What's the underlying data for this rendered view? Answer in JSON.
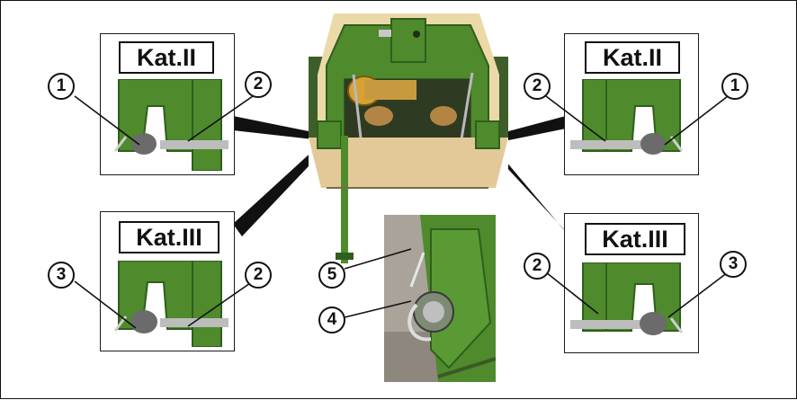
{
  "labels": {
    "top_left_category": "Kat.II",
    "top_right_category": "Kat.II",
    "bottom_left_category": "Kat.III",
    "bottom_right_category": "Kat.III"
  },
  "callouts": {
    "tl_1": "1",
    "tl_2": "2",
    "tr_2": "2",
    "tr_1": "1",
    "bl_3": "3",
    "bl_2": "2",
    "br_2": "2",
    "br_3": "3",
    "c_5": "5",
    "c_4": "4"
  },
  "colors": {
    "machine_green": "#4f8a2c",
    "dark_green": "#2f5f1c",
    "cover_beige": "#e7cf9e",
    "frame_black": "#111111"
  },
  "icons": [
    "top-link-pin-icon",
    "lower-link-pin-icon",
    "safety-spring-clip-icon",
    "lynch-pin-icon"
  ]
}
